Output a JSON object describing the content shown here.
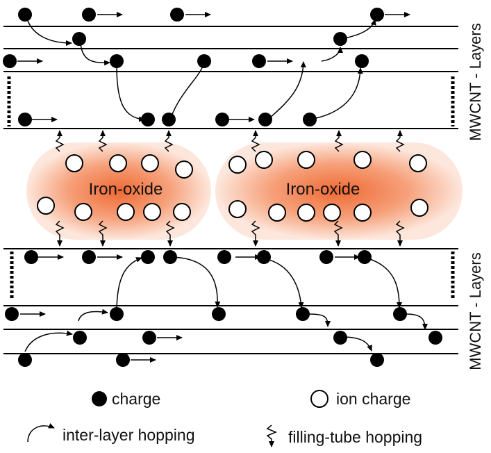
{
  "labels": {
    "top_layers": "MWCNT - Layers",
    "bottom_layers": "MWCNT - Layers",
    "blob_left": "Iron-oxide",
    "blob_right": "Iron-oxide"
  },
  "legend": {
    "charge": "charge",
    "ion_charge": "ion charge",
    "inter_layer_hopping": "inter-layer hopping",
    "filling_tube_hopping": "filling-tube hopping"
  },
  "colors": {
    "blob_center": "#ee6a34",
    "blob_edge": "#fde7dc",
    "ink": "#000000"
  }
}
